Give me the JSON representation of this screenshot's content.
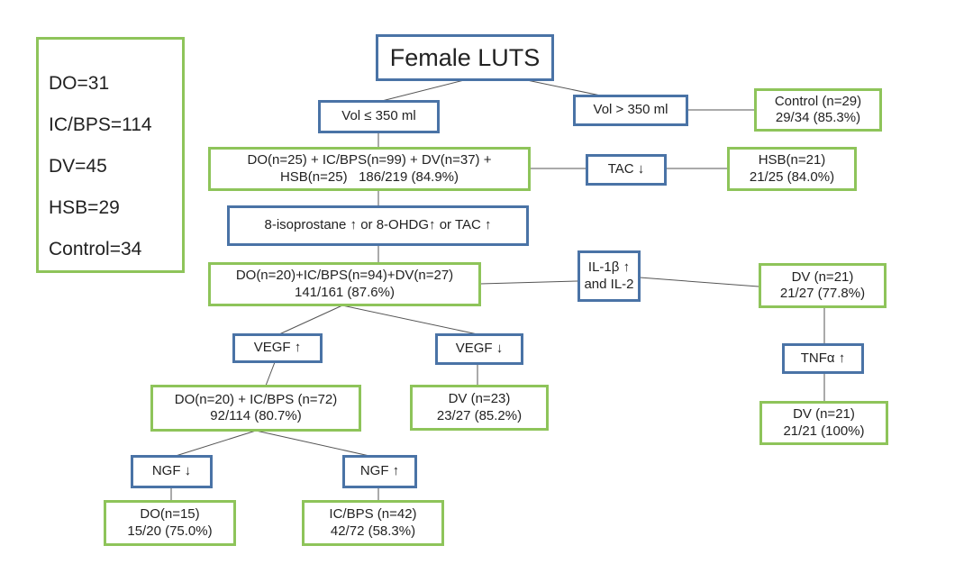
{
  "legend": [
    "DO=31",
    "IC/BPS=114",
    "DV=45",
    "HSB=29",
    "Control=34"
  ],
  "nodes": {
    "root": [
      "Female LUTS"
    ],
    "vol_low": [
      "Vol ≤ 350 ml"
    ],
    "vol_high": [
      "Vol > 350 ml"
    ],
    "control": [
      "Control (n=29)",
      "29/34 (85.3%)"
    ],
    "group_a": [
      "DO(n=25) + IC/BPS(n=99) + DV(n=37) +",
      "HSB(n=25)   186/219 (84.9%)"
    ],
    "tac_down": [
      "TAC ↓"
    ],
    "hsb": [
      "HSB(n=21)",
      "21/25 (84.0%)"
    ],
    "oxidative": [
      "8-isoprostane ↑ or 8-OHDG↑ or TAC ↑"
    ],
    "group_b": [
      "DO(n=20)+IC/BPS(n=94)+DV(n=27)",
      "141/161 (87.6%)"
    ],
    "il": [
      "IL-1β ↑",
      "and IL-2"
    ],
    "dv_a": [
      "DV (n=21)",
      "21/27 (77.8%)"
    ],
    "vegf_up": [
      "VEGF ↑"
    ],
    "vegf_down": [
      "VEGF ↓"
    ],
    "tnf": [
      "TNFα ↑"
    ],
    "group_c": [
      "DO(n=20) + IC/BPS (n=72)",
      "92/114 (80.7%)"
    ],
    "dv_b": [
      "DV (n=23)",
      "23/27 (85.2%)"
    ],
    "dv_c": [
      "DV (n=21)",
      "21/21 (100%)"
    ],
    "ngf_down": [
      "NGF ↓"
    ],
    "ngf_up": [
      "NGF ↑"
    ],
    "do_leaf": [
      "DO(n=15)",
      "15/20 (75.0%)"
    ],
    "icbps_leaf": [
      "IC/BPS (n=42)",
      "42/72 (58.3%)"
    ]
  },
  "colors": {
    "outcome_border": "#8ec45a",
    "test_border": "#4a73a6",
    "connector": "#555555"
  }
}
